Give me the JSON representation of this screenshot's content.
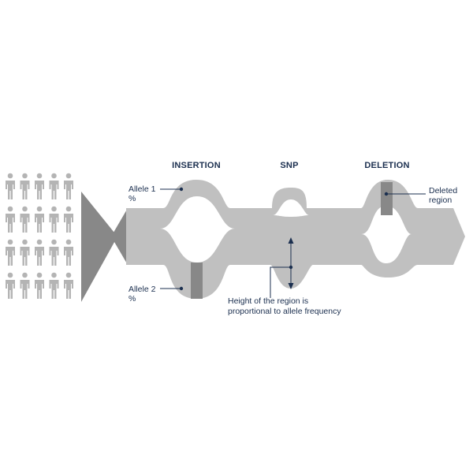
{
  "colors": {
    "ribbon": "#c0c0c0",
    "ribbon_dark": "#888888",
    "people": "#b4b4b4",
    "text": "#1b2f4f",
    "marker": "#1b2f4f"
  },
  "headings": {
    "insertion": "INSERTION",
    "snp": "SNP",
    "deletion": "DELETION"
  },
  "labels": {
    "allele1": [
      "Allele 1",
      "%"
    ],
    "allele2": [
      "Allele 2",
      "%"
    ],
    "deleted_region": [
      "Deleted",
      "region"
    ],
    "height_note": [
      "Height of the region is",
      "proportional to allele frequency"
    ]
  },
  "population": {
    "icon": "person-icon",
    "rows": 4,
    "columns": 5
  }
}
